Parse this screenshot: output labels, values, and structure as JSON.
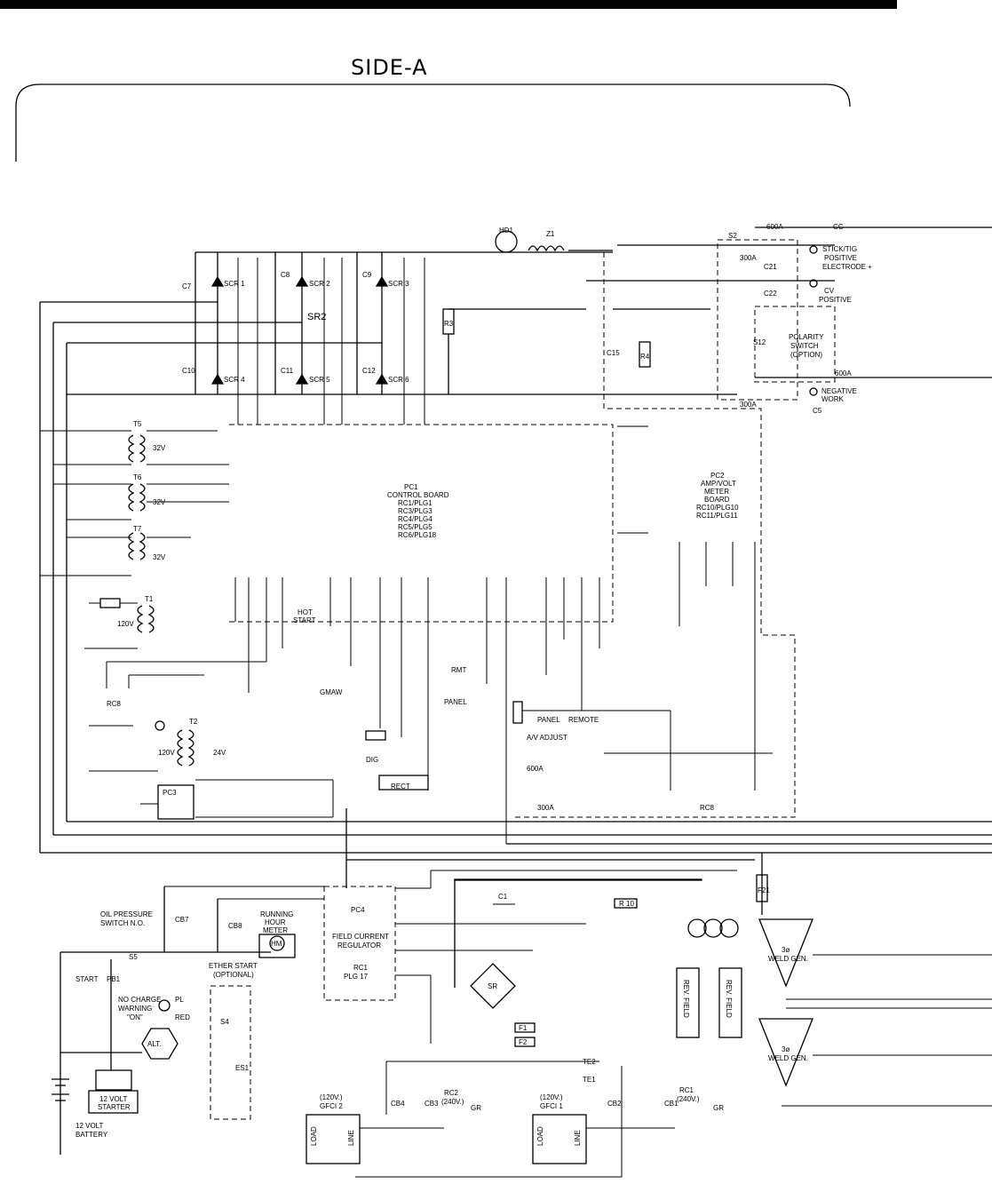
{
  "header": {
    "side_label": "SIDE-A"
  },
  "components": {
    "scr": [
      "SCR 1",
      "SCR 2",
      "SCR 3",
      "SCR 4",
      "SCR 5",
      "SCR 6"
    ],
    "caps": [
      "C7",
      "C8",
      "C9",
      "C10",
      "C11",
      "C12"
    ],
    "sr2": "SR2",
    "hd1": "HD1",
    "z1": "Z1",
    "r3": "R3",
    "pc1": [
      "PC1",
      "CONTROL BOARD",
      "RC1/PLG1",
      "RC3/PLG3",
      "RC4/PLG4",
      "RC5/PLG5",
      "RC6/PLG18"
    ],
    "pc2": [
      "PC2",
      "AMP/VOLT",
      "METER",
      "BOARD",
      "RC10/PLG10",
      "RC11/PLG11"
    ],
    "pc4": [
      "PC4",
      "FIELD CURRENT",
      "REGULATOR",
      "RC1",
      "PLG 17"
    ],
    "t5": "T5",
    "t6": "T6",
    "t7": "T7",
    "t1": "T1",
    "t2": "T2",
    "pc3": "PC3",
    "v32": "32V",
    "v120": "120V",
    "v24": "24V",
    "c21": "C21",
    "c22": "C22",
    "c5": "C5",
    "c15": "C15",
    "r4": "R4",
    "s2": "S2",
    "s12": "S12"
  },
  "outputs": {
    "stick": [
      "STICK/TIG",
      "POSITIVE",
      "ELECTRODE +"
    ],
    "cv": [
      "CV",
      "POSITIVE"
    ],
    "neg": [
      "NEGATIVE",
      "WORK"
    ],
    "polarity": [
      "POLARITY",
      "SWITCH",
      "(OPTION)"
    ],
    "a600": "600A",
    "a300": "300A",
    "cc": "CC"
  },
  "lower_left": {
    "oil": [
      "OIL PRESSURE",
      "SWITCH N.O."
    ],
    "start": "START",
    "pb1": "PB1",
    "nocharge": [
      "NO CHARGE",
      "WARNING",
      "\"ON\""
    ],
    "pl": "PL",
    "red": "RED",
    "alt": "ALT.",
    "battery": [
      "12 VOLT",
      "BATTERY"
    ],
    "starter": [
      "12 VOLT",
      "STARTER"
    ],
    "ether": [
      "ETHER START",
      "(OPTIONAL)"
    ],
    "hour": [
      "RUNNING",
      "HOUR",
      "METER"
    ],
    "hm": "HM",
    "s5": "S5",
    "s4": "S4",
    "es1": "ES1",
    "cb7": "CB7",
    "cb8": "CB8"
  },
  "lower_right": {
    "weld_gen": [
      "3ø",
      "WELD GEN."
    ],
    "rev_field": "REV. FIELD",
    "f21": "F21",
    "r10": "R 10",
    "c1": "C1",
    "sr": "SR",
    "f1": "F1",
    "f2": "F2",
    "gfci2": [
      "(120V.)",
      "GFCI 2"
    ],
    "gfci1": [
      "(120V.)",
      "GFCI 1"
    ],
    "rc2": [
      "RC2",
      "(240V.)"
    ],
    "rc1": [
      "RC1",
      "(240V.)"
    ],
    "cb": [
      "CB4",
      "CB3",
      "CB2",
      "CB1"
    ],
    "te": [
      "TE2",
      "TE1"
    ],
    "gr": "GR",
    "load": "LOAD",
    "line": "LINE"
  },
  "misc": {
    "hot_start": [
      "HOT",
      "START"
    ],
    "panel": "PANEL",
    "remote": "REMOTE",
    "rmt": "RMT",
    "av": "A/V ADJUST",
    "rect": "RECT",
    "gmaw": "GMAW",
    "dig": "DIG",
    "rc8": "RC8"
  }
}
